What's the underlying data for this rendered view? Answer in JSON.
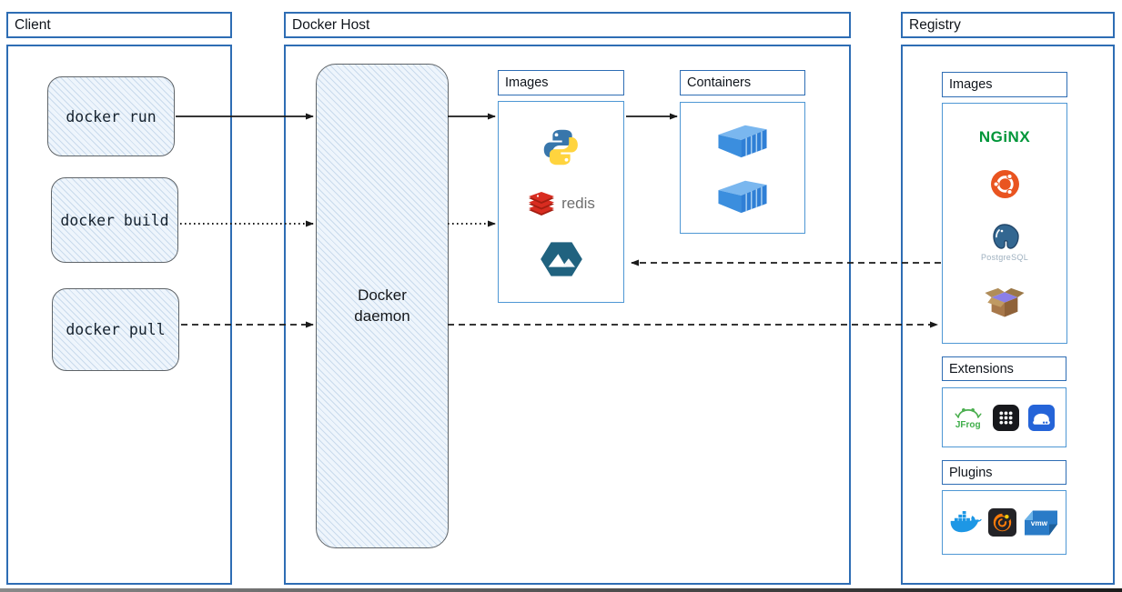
{
  "client": {
    "title": "Client",
    "commands": [
      {
        "label": "docker run",
        "arrow_style": "solid"
      },
      {
        "label": "docker build",
        "arrow_style": "dotted"
      },
      {
        "label": "docker pull",
        "arrow_style": "dashed"
      }
    ]
  },
  "docker_host": {
    "title": "Docker Host",
    "daemon_label": "Docker daemon",
    "images": {
      "title": "Images",
      "icons": [
        "python-icon",
        "redis-icon",
        "alpine-icon"
      ],
      "redis_label": "redis"
    },
    "containers": {
      "title": "Containers",
      "icons": [
        "container-icon",
        "container-icon"
      ]
    }
  },
  "registry": {
    "title": "Registry",
    "images": {
      "title": "Images",
      "icons": [
        "nginx-icon",
        "ubuntu-icon",
        "postgresql-icon",
        "busybox-icon"
      ],
      "nginx_label": "NGiNX",
      "postgresql_label": "PostgreSQL"
    },
    "extensions": {
      "title": "Extensions",
      "icons": [
        "jfrog-icon",
        "app-grid-icon",
        "disk-cache-icon"
      ],
      "jfrog_label": "JFrog"
    },
    "plugins": {
      "title": "Plugins",
      "icons": [
        "docker-whale-icon",
        "grafana-icon",
        "vmware-icon"
      ],
      "vmware_label": "vmw"
    }
  },
  "colors": {
    "outer_border": "#2e6db4",
    "inner_border": "#4e97d4",
    "sketch_fill": "#eef5fc",
    "sketch_border": "#5f6468",
    "arrow": "#1a1a1a",
    "nginx_green": "#009639",
    "ubuntu_orange": "#e95420",
    "redis_red": "#d82c20",
    "python_blue": "#3876ab",
    "python_yellow": "#ffd43e",
    "postgres_blue": "#336791",
    "docker_blue": "#1d97e5"
  }
}
